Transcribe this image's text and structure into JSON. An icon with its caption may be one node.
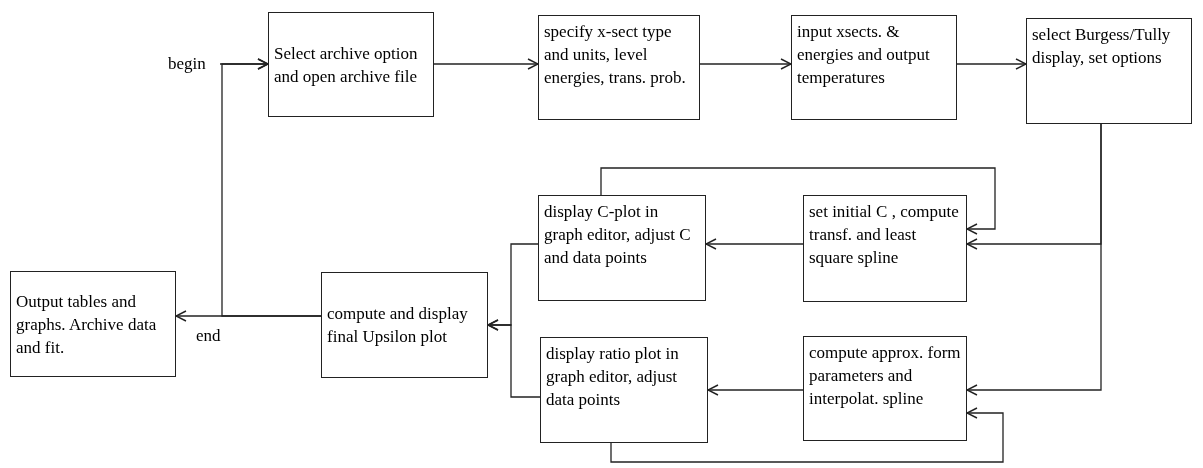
{
  "diagram": {
    "nodes": [
      {
        "text": [
          "begin"
        ]
      },
      {
        "text": [
          "Select archive option and open archive file"
        ]
      },
      {
        "text": [
          "specify x-sect type and units, level energies, trans. prob."
        ]
      },
      {
        "text": [
          "input xsects. & energies and output temperatures"
        ]
      },
      {
        "text": [
          "select Burgess/Tully display, set options"
        ]
      },
      {
        "text": [
          "set initial C , compute transf. and least square spline"
        ]
      },
      {
        "text": [
          "display C-plot in graph editor, adjust C and data points"
        ]
      },
      {
        "text": [
          "compute approx. form parameters and interpolat. spline"
        ]
      },
      {
        "text": [
          "display ratio plot in graph editor, adjust data points"
        ]
      },
      {
        "text": [
          "compute and display final Upsilon plot"
        ]
      },
      {
        "text": [
          "Output tables and graphs. Archive data and fit."
        ]
      }
    ],
    "edges": [
      {
        "from": 0,
        "to": 1,
        "arrow": "to"
      },
      {
        "from": 1,
        "to": 2,
        "arrow": "to"
      },
      {
        "from": 2,
        "to": 3,
        "arrow": "to"
      },
      {
        "from": 3,
        "to": 4,
        "arrow": "to"
      },
      {
        "from": 4,
        "to": 5,
        "arrow": "to"
      },
      {
        "from": 4,
        "to": 7,
        "arrow": "to"
      },
      {
        "from": 5,
        "to": 6,
        "arrow": "to"
      },
      {
        "from": 7,
        "to": 8,
        "arrow": "to"
      },
      {
        "from": 6,
        "to": 9,
        "arrow": "to"
      },
      {
        "from": 8,
        "to": 9,
        "arrow": "to"
      },
      {
        "from": 6,
        "to": 5,
        "arrow": "to"
      },
      {
        "from": 8,
        "to": 7,
        "arrow": "to"
      },
      {
        "from": 9,
        "to": 10,
        "arrow": "to"
      },
      {
        "from": 9,
        "to": 1,
        "arrow": "to"
      }
    ],
    "labels": [
      "end"
    ]
  }
}
